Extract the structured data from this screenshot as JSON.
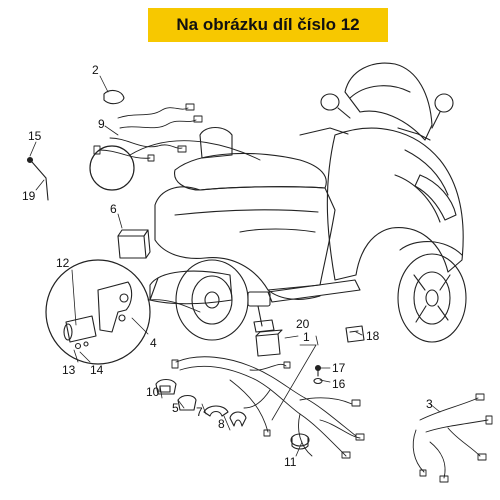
{
  "banner": {
    "text": "Na obrázku díl číslo 12",
    "color": "#f7c800"
  },
  "part_labels": [
    "1",
    "2",
    "3",
    "4",
    "5",
    "6",
    "7",
    "8",
    "9",
    "10",
    "11",
    "12",
    "13",
    "14",
    "15",
    "16",
    "17",
    "18",
    "19",
    "20"
  ]
}
